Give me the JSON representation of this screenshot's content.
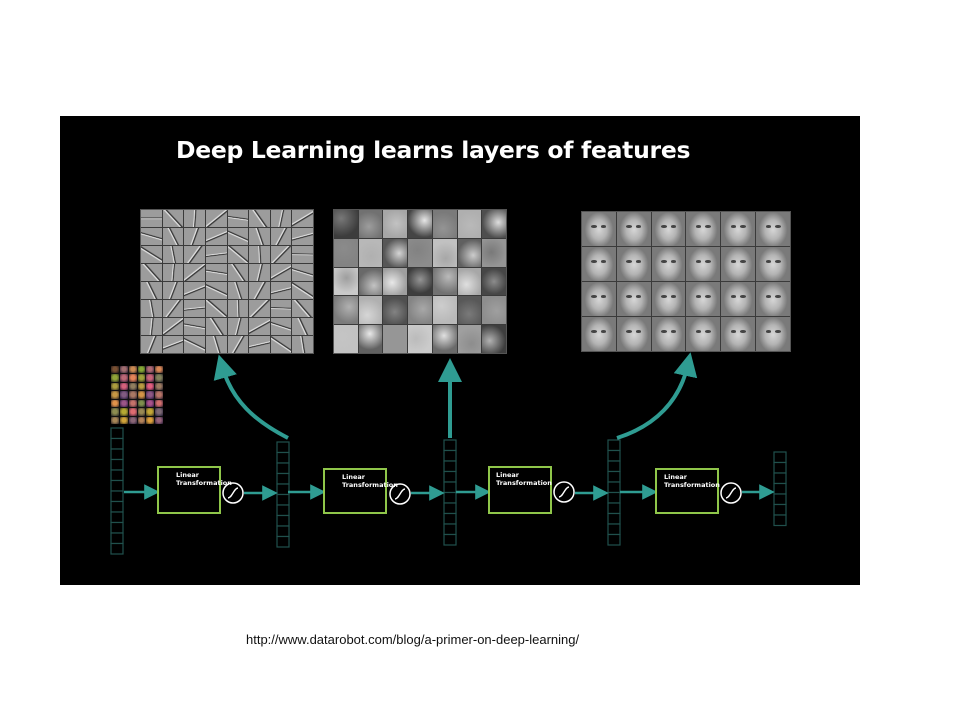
{
  "slide": {
    "title": "Deep Learning learns layers of features",
    "transform_blocks": [
      {
        "label_line1": "Linear",
        "label_line2": "Transformation"
      },
      {
        "label_line1": "Linear",
        "label_line2": "Transformation"
      },
      {
        "label_line1": "Linear",
        "label_line2": "Transformation"
      },
      {
        "label_line1": "Linear",
        "label_line2": "Transformation"
      }
    ],
    "feature_panels": [
      {
        "name": "edge-features",
        "rows": 8,
        "cols": 8
      },
      {
        "name": "part-features",
        "rows": 5,
        "cols": 7
      },
      {
        "name": "face-features",
        "rows": 4,
        "cols": 6
      }
    ]
  },
  "caption": {
    "source_url": "http://www.datarobot.com/blog/a-primer-on-deep-learning/"
  },
  "colors": {
    "background": "#000000",
    "accent_teal": "#2f9c92",
    "box_green": "#8fc64a",
    "vector_cell": "#20504c"
  }
}
